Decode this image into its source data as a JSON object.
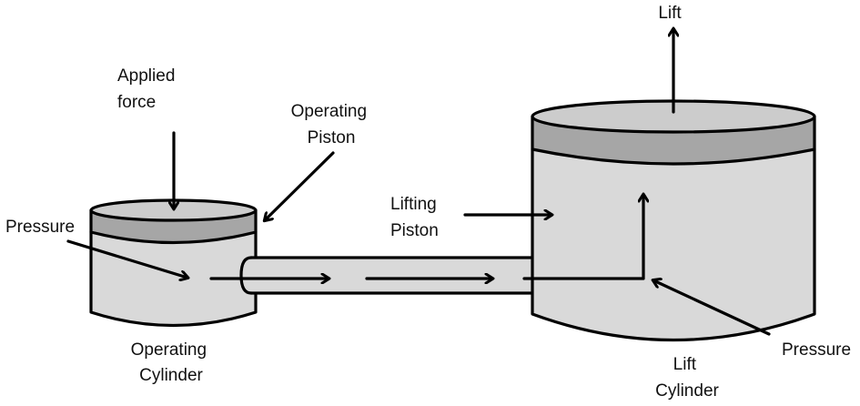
{
  "title": "Hydraulic lift diagram",
  "colors": {
    "cylinder_body": "#d9d9d9",
    "piston_top": "#cccccc",
    "piston_band": "#a6a6a6",
    "outline": "#000000",
    "text": "#111111"
  },
  "labels": {
    "applied_force": [
      "Applied",
      "force"
    ],
    "operating_piston": [
      "Operating",
      "Piston"
    ],
    "pressure_left": "Pressure",
    "operating_cylinder": [
      "Operating",
      "Cylinder"
    ],
    "lifting_piston": [
      "Lifting",
      "Piston"
    ],
    "lift": "Lift",
    "lift_cylinder": [
      "Lift",
      "Cylinder"
    ],
    "pressure_right": "Pressure"
  }
}
